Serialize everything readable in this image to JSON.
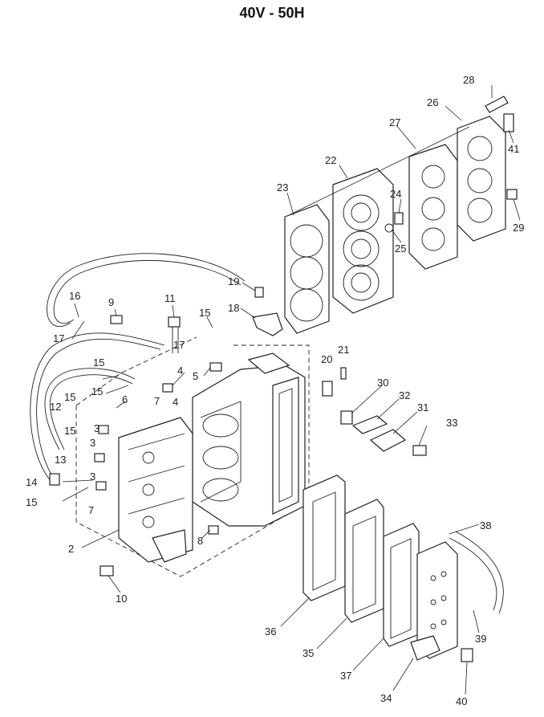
{
  "title": "40V - 50H",
  "callouts": [
    "2",
    "3",
    "3",
    "3",
    "4",
    "4",
    "5",
    "6",
    "7",
    "7",
    "8",
    "9",
    "10",
    "11",
    "12",
    "13",
    "14",
    "15",
    "15",
    "15",
    "15",
    "15",
    "15",
    "16",
    "17",
    "17",
    "18",
    "19",
    "20",
    "21",
    "22",
    "23",
    "24",
    "25",
    "26",
    "27",
    "28",
    "29",
    "30",
    "31",
    "32",
    "33",
    "34",
    "35",
    "36",
    "37",
    "38",
    "39",
    "40",
    "41"
  ]
}
